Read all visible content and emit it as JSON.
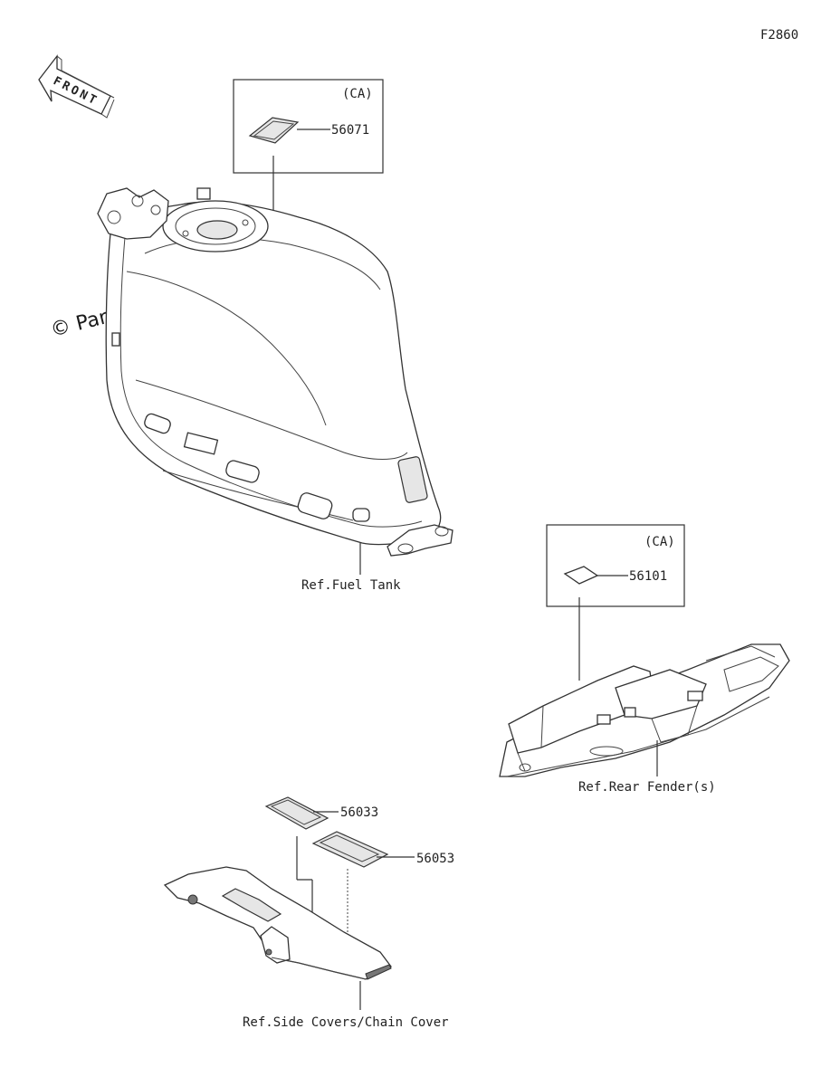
{
  "diagram_code": "F2860",
  "front_arrow": {
    "label": "FRONT",
    "icon": "front-arrow-icon"
  },
  "watermark": "© Partzilla.com",
  "fuel_tank_group": {
    "region_tag": "(CA)",
    "part_number": "56071",
    "reference": "Ref.Fuel Tank"
  },
  "rear_fender_group": {
    "region_tag": "(CA)",
    "part_number": "56101",
    "reference": "Ref.Rear Fender(s)"
  },
  "chain_cover_group": {
    "part_numbers": [
      "56033",
      "56053"
    ],
    "reference": "Ref.Side Covers/Chain Cover"
  }
}
